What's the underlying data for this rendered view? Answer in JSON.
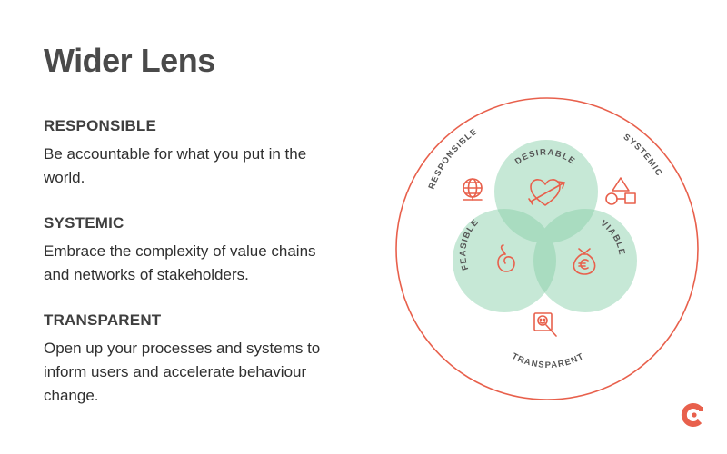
{
  "title": "Wider Lens",
  "sections": [
    {
      "heading": "RESPONSIBLE",
      "text_lines": [
        "Be accountable for what you put in the",
        "world."
      ]
    },
    {
      "heading": "SYSTEMIC",
      "text_lines": [
        "Embrace the complexity of value chains",
        "and networks of stakeholders."
      ]
    },
    {
      "heading": "TRANSPARENT",
      "text_lines": [
        "Open up your processes and systems to",
        "inform users and accelerate behaviour",
        "change."
      ]
    }
  ],
  "diagram": {
    "outer_labels": {
      "responsible": "RESPONSIBLE",
      "systemic": "SYSTEMIC",
      "transparent": "TRANSPARENT"
    },
    "circle_labels": {
      "desirable": "DESIRABLE",
      "feasible": "FEASIBLE",
      "viable": "VIABLE"
    },
    "icons": {
      "responsible": "globe-icon",
      "systemic": "shapes-icon",
      "transparent": "magnifier-icon",
      "desirable": "heart-arrow-icon",
      "feasible": "hand-icon",
      "viable": "euro-bag-icon"
    },
    "colors": {
      "outer_ring": "#e8604c",
      "circle_fill": "#c6e8d6",
      "circle_overlap": "#a9dcc0",
      "icon": "#e8604c",
      "accent": "#e8604c"
    }
  },
  "logo": {
    "icon": "brand-logo-icon",
    "color": "#e8604c"
  }
}
